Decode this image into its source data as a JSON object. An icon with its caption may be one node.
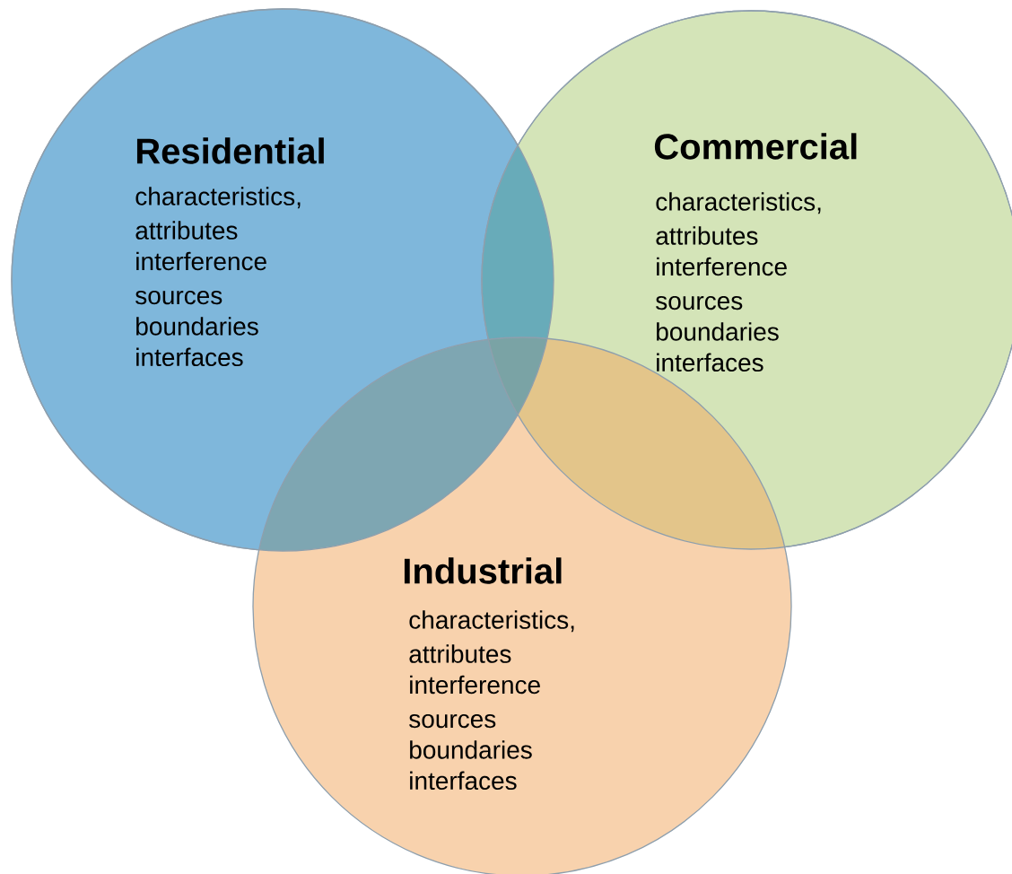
{
  "diagram": {
    "nodes": [
      {
        "text": [
          "Residential",
          "characteristics, attributes",
          "interference sources",
          "boundaries",
          "interfaces"
        ]
      },
      {
        "text": [
          "Commercial",
          "characteristics, attributes",
          "interference sources",
          "boundaries",
          "interfaces"
        ]
      },
      {
        "text": [
          "Industrial",
          "characteristics, attributes",
          "interference sources",
          "boundaries",
          "interfaces"
        ]
      }
    ]
  }
}
